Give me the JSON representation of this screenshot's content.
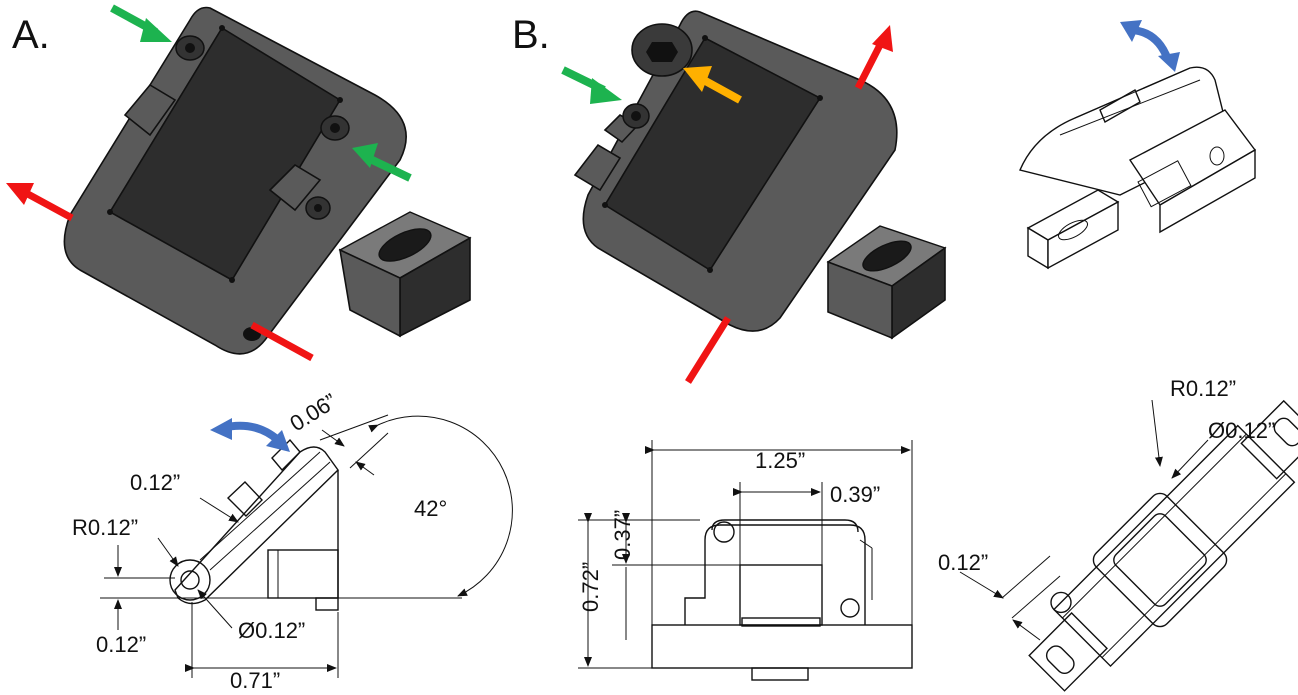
{
  "panels": {
    "a_label": "A.",
    "b_label": "B."
  },
  "dimensions_a": {
    "thickness": "0.06”",
    "wall": "0.12”",
    "radius": "R0.12”",
    "angle": "42°",
    "offset": "0.12”",
    "hole": "Ø0.12”",
    "length": "0.71”"
  },
  "dimensions_b": {
    "width": "1.25”",
    "slot": "0.39”",
    "upper_height": "0.37”",
    "total_height": "0.72”"
  },
  "dimensions_c": {
    "radius": "R0.12”",
    "hole": "Ø0.12”",
    "gap": "0.12”"
  },
  "colors": {
    "green_arrow": "#1db34f",
    "red_arrow": "#f01414",
    "orange_arrow": "#ffb000",
    "blue_arrow": "#4472c4",
    "body_gray": "#5a5a5a",
    "face_dark": "#2d2d2d"
  }
}
